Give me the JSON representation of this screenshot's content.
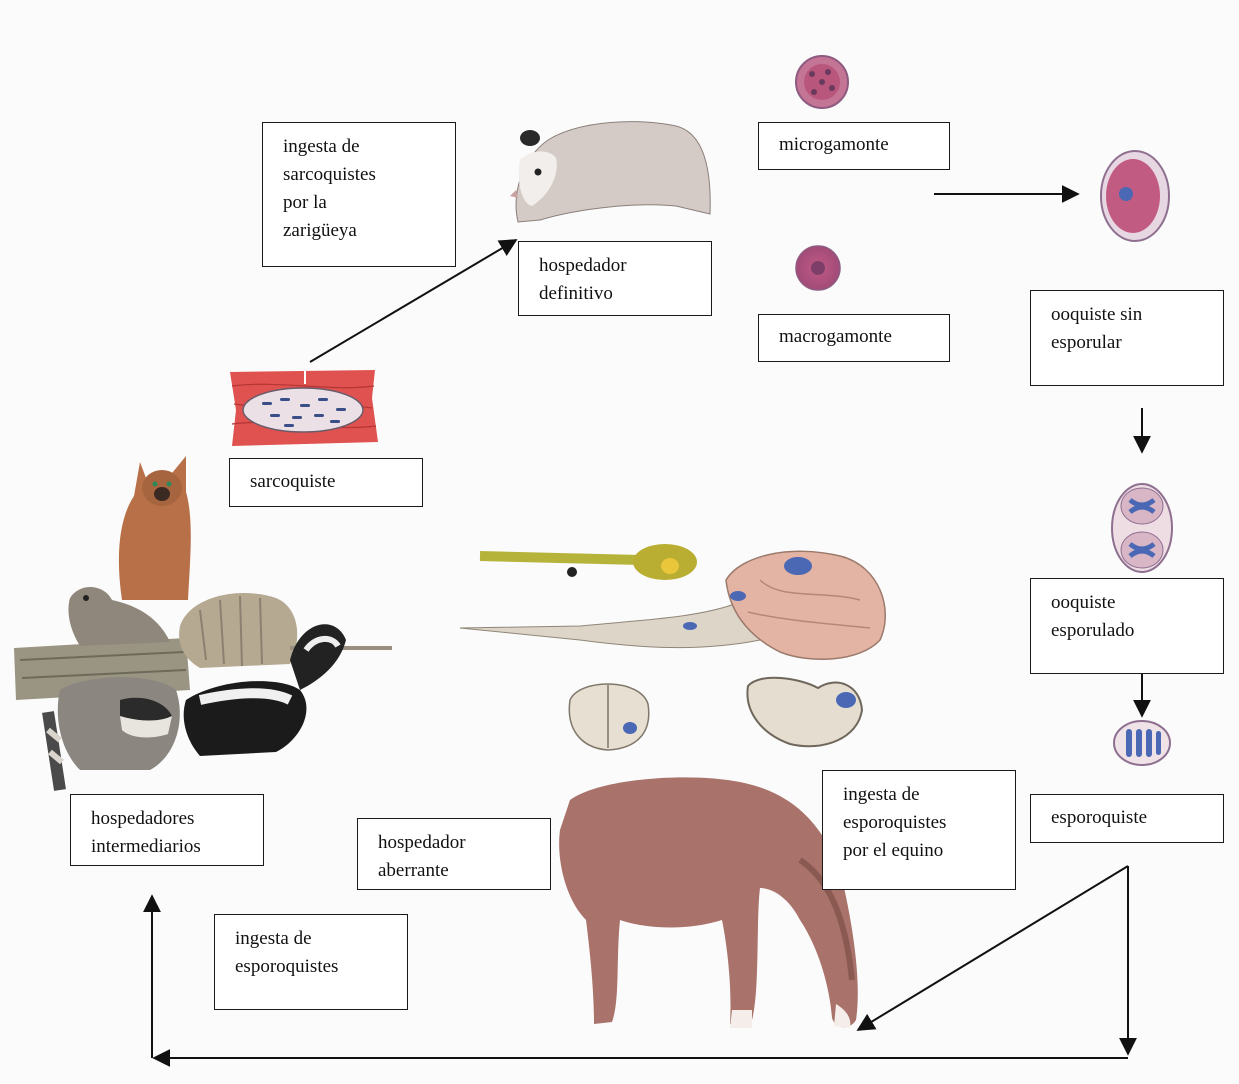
{
  "labels": {
    "ingesta_zarigueya": "ingesta de\nsarcoquistes\npor la\nzarigüeya",
    "hospedador_definitivo": "hospedador\ndefinitivo",
    "microgamonte": "microgamonte",
    "macrogamonte": "macrogamonte",
    "ooquiste_sin_esporular": "ooquiste sin\nesporular",
    "sarcoquiste": "sarcoquiste",
    "ooquiste_esporulado": "ooquiste\nesporulado",
    "esporoquiste": "esporoquiste",
    "hospedadores_intermediarios": "hospedadores\nintermediarios",
    "hospedador_aberrante": "hospedador\naberrante",
    "ingesta_equino": "ingesta de\nesporoquistes\npor el equino",
    "ingesta_esporoquistes": "ingesta de\nesporoquistes"
  },
  "colors": {
    "arrow": "#111111",
    "muscle": "#e0524f",
    "oocyst_wall": "#b98aa8",
    "nucleus": "#4b68b5",
    "horse": "#a9726a",
    "opossum": "#d9cfc9",
    "brain": "#e8b9a8",
    "nerve_tissue": "#e9e2d6"
  }
}
